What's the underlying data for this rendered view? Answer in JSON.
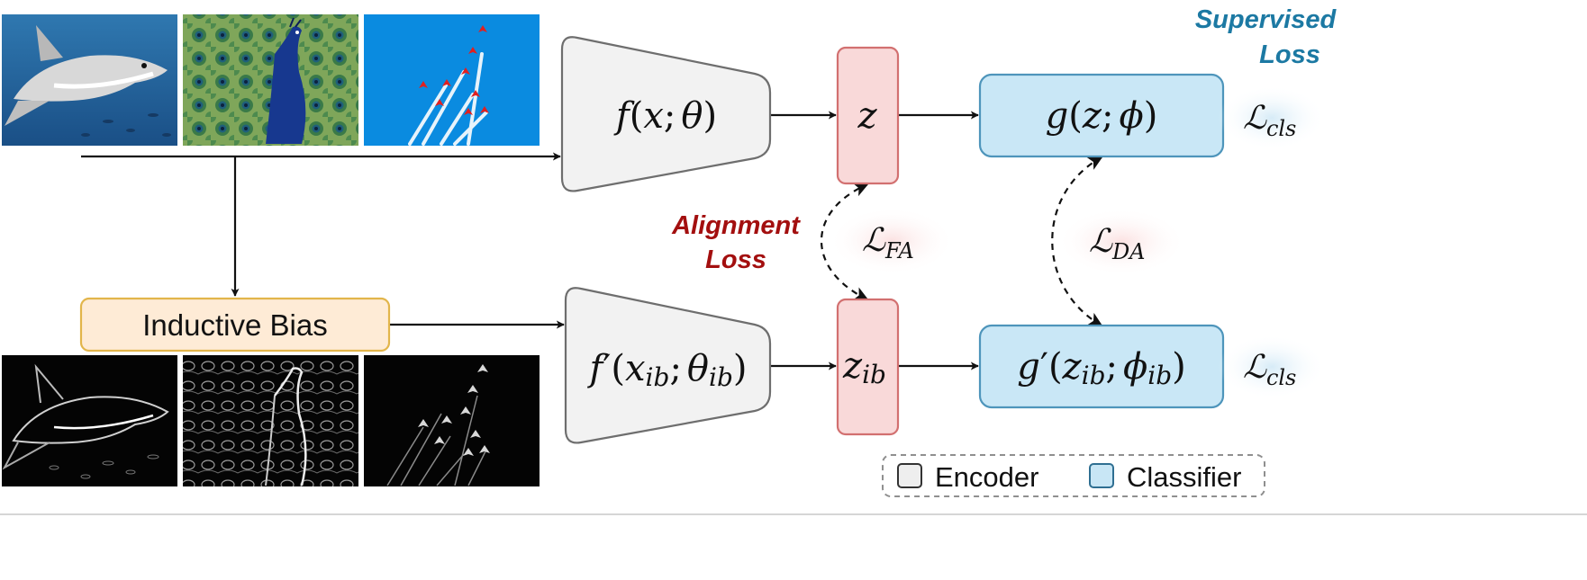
{
  "encoder_main": {
    "func": "f",
    "arg": "x",
    "param": "θ"
  },
  "encoder_ib": {
    "func": "f",
    "prime": "′",
    "arg": "x",
    "arg_sub": "ib",
    "param": "θ",
    "param_sub": "ib"
  },
  "feature_main": {
    "var": "z"
  },
  "feature_ib": {
    "var": "z",
    "sub": "ib"
  },
  "classifier_main": {
    "func": "g",
    "arg": "z",
    "param": "ϕ"
  },
  "classifier_ib": {
    "func": "g",
    "prime": "′",
    "arg": "z",
    "arg_sub": "ib",
    "param": "ϕ",
    "param_sub": "ib"
  },
  "inductive_bias": {
    "label": "Inductive Bias"
  },
  "supervised_loss": {
    "line1": "Supervised",
    "line2": "Loss"
  },
  "alignment_loss": {
    "line1": "Alignment",
    "line2": "Loss"
  },
  "loss_cls_top": {
    "symbol": "ℒ",
    "sub": "cls"
  },
  "loss_cls_bottom": {
    "symbol": "ℒ",
    "sub": "cls"
  },
  "loss_fa": {
    "symbol": "ℒ",
    "sub": "FA"
  },
  "loss_da": {
    "symbol": "ℒ",
    "sub": "DA"
  },
  "legend": [
    {
      "label": "Encoder",
      "color": "#eeeeee"
    },
    {
      "label": "Classifier",
      "color": "#c8e6f5"
    }
  ],
  "colors": {
    "encoder_fill": "#f2f2f2",
    "feature_fill": "#f9d9d9",
    "feature_stroke": "#d27070",
    "classifier_fill": "#c9e7f6",
    "classifier_stroke": "#4e95bb",
    "bias_fill": "#feebd6",
    "bias_stroke": "#e2b54b",
    "supervised": "#1c79a3",
    "alignment": "#a30f0f"
  },
  "images_top": [
    "shark-photo",
    "peacock-photo",
    "jets-photo"
  ],
  "images_bottom": [
    "shark-edge-map",
    "peacock-edge-map",
    "jets-edge-map"
  ]
}
